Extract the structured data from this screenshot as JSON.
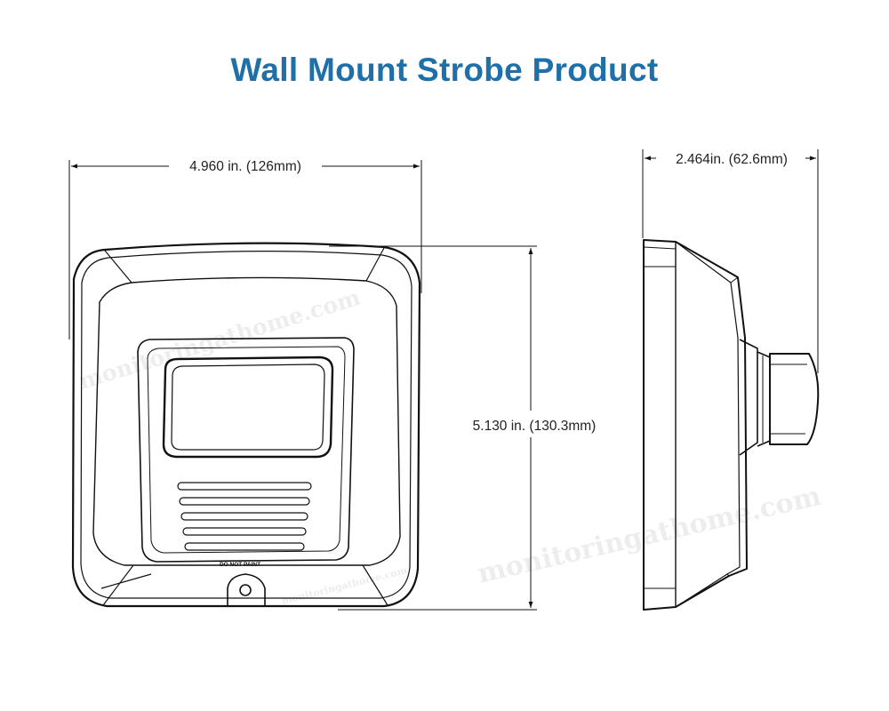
{
  "title": "Wall Mount Strobe Product",
  "dimensions": {
    "width": "4.960 in. (126mm)",
    "height": "5.130 in. (130.3mm)",
    "depth": "2.464in. (62.6mm)"
  },
  "device_label": "DO NOT PAINT",
  "watermark": "monitoringathome.com",
  "colors": {
    "title": "#1f6fa8",
    "line": "#111111"
  }
}
